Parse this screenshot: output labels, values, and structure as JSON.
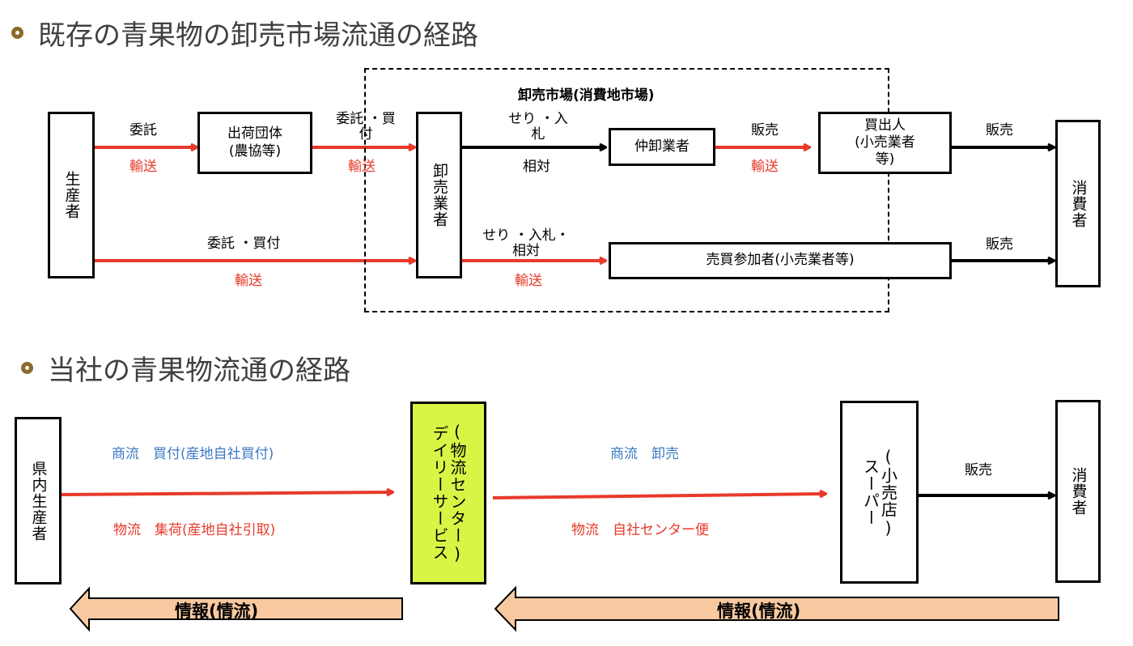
{
  "section1": {
    "heading": "既存の青果物の卸売市場流通の経路",
    "market_title": "卸売市場(消費地市場)",
    "boxes": {
      "producer": "生産者",
      "shipping_group": "出荷団体\n(農協等)",
      "wholesaler": "卸売業者",
      "intermediate": "仲卸業者",
      "buyer": "買出人\n(小売業者\n等)",
      "participant": "売買参加者(小売業者等)",
      "consumer": "消費者"
    },
    "labels": {
      "consign_1": "委託",
      "transport_1": "輸送",
      "consign_buy_1": "委託 ・買\n付",
      "transport_2": "輸送",
      "auction_1": "せり ・入\n札",
      "negotiated": "相対",
      "sale_1": "販売",
      "transport_3": "輸送",
      "sale_2": "販売",
      "consign_buy_2": "委託 ・買付",
      "transport_4": "輸送",
      "auction_2": "せり ・入札・\n相対",
      "transport_5": "輸送",
      "sale_3": "販売"
    }
  },
  "section2": {
    "heading": "当社の青果物流通の経路",
    "boxes": {
      "local_producer": "県内生産者",
      "daily_service": "デイリーサービス",
      "daily_service_sub": "(物流センター)",
      "supermarket": "スーパー",
      "supermarket_sub": "(小売店)",
      "consumer": "消費者"
    },
    "labels": {
      "commerce_left": "商流　買付(産地自社買付)",
      "logistics_left": "物流　集荷(産地自社引取)",
      "commerce_right": "商流　卸売",
      "logistics_right": "物流　自社センター便",
      "sale": "販売",
      "info_left": "情報(情流)",
      "info_right": "情報(情流)"
    }
  },
  "colors": {
    "red_arrow": "#e83a2a",
    "black_arrow": "#000000",
    "blue_text": "#3b78c2",
    "daily_fill": "#d7f545",
    "info_arrow_fill": "#f8c9a0",
    "bullet": "#8a6b2b"
  }
}
